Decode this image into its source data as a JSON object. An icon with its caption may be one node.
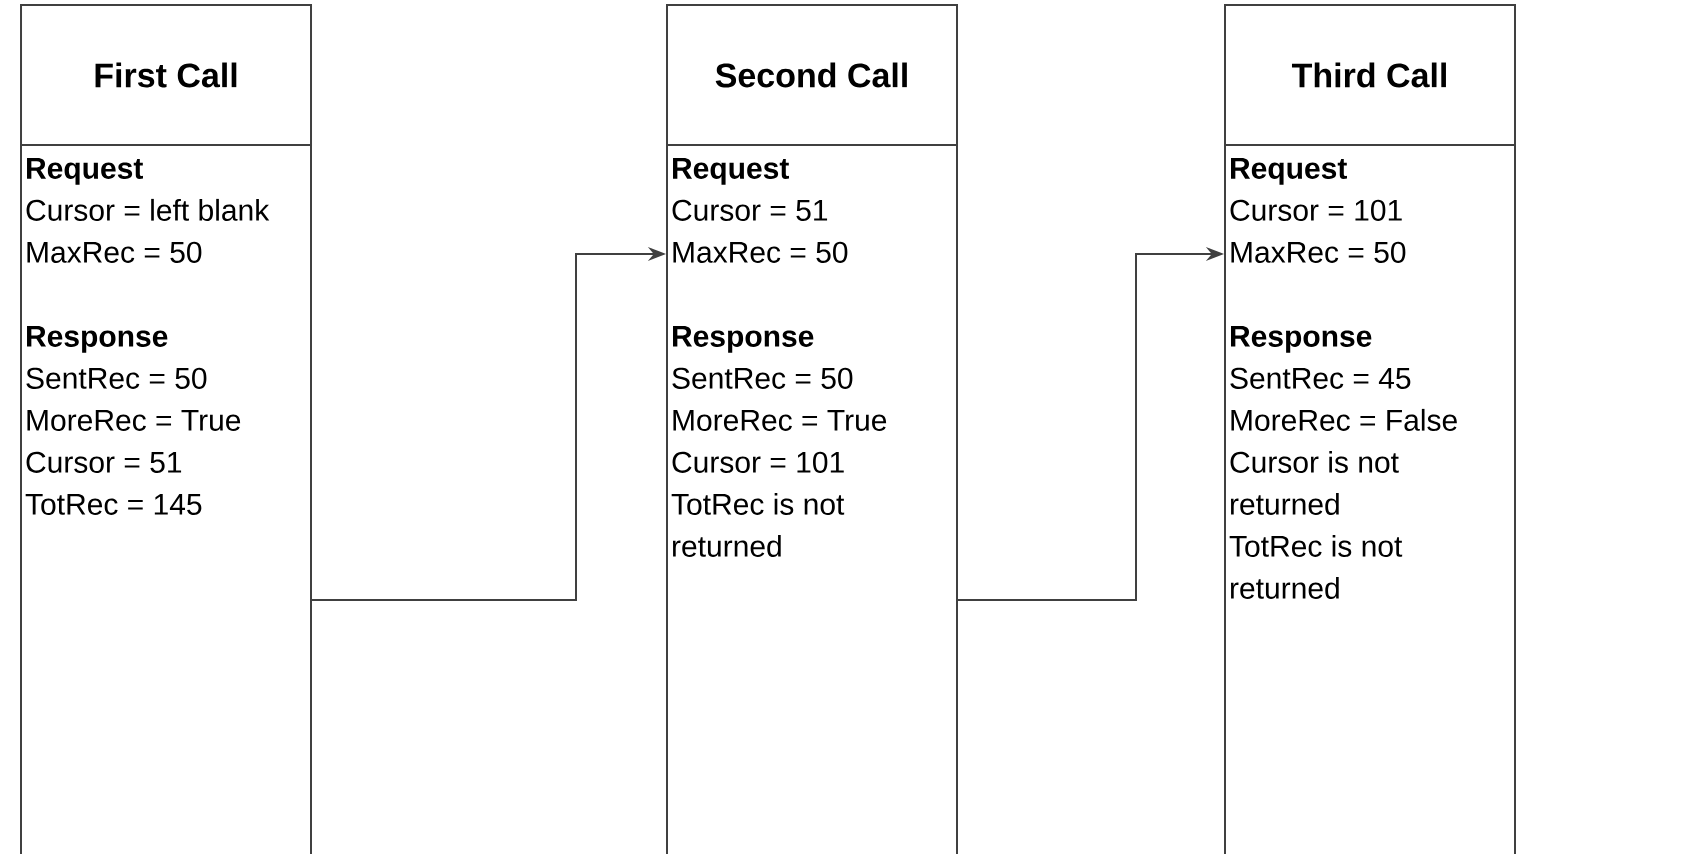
{
  "diagram": {
    "nodes": [
      {
        "text": [
          "First Call"
        ]
      },
      {
        "text": [
          "Request",
          "Cursor = left blank",
          "MaxRec = 50",
          "Response",
          "SentRec = 50",
          "MoreRec = True",
          "Cursor = 51",
          "TotRec = 145"
        ]
      },
      {
        "text": [
          "Second Call"
        ]
      },
      {
        "text": [
          "Request",
          "Cursor = 51",
          "MaxRec = 50",
          "Response",
          "SentRec = 50",
          "MoreRec = True",
          "Cursor = 101",
          "TotRec is not returned"
        ]
      },
      {
        "text": [
          "Third Call"
        ]
      },
      {
        "text": [
          "Request",
          "Cursor = 101",
          "MaxRec = 50",
          "Response",
          "SentRec = 45",
          "MoreRec = False",
          "Cursor is not returned",
          "TotRec is not returned"
        ]
      }
    ],
    "edges": [
      {
        "from": 1,
        "to": 3,
        "arrow": "to"
      },
      {
        "from": 3,
        "to": 5,
        "arrow": "to"
      }
    ]
  }
}
